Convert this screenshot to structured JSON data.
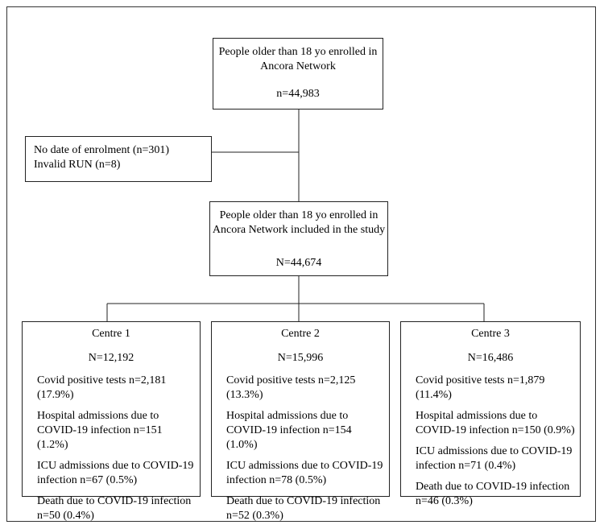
{
  "top_box": {
    "title": "People older than 18 yo enrolled in Ancora Network",
    "count": "n=44,983"
  },
  "exclusions": [
    "No date of enrolment (n=301)",
    "Invalid RUN (n=8)"
  ],
  "study_box": {
    "title": "People older than 18 yo enrolled in Ancora Network included in the study",
    "count": "N=44,674"
  },
  "centres": [
    {
      "name": "Centre 1",
      "n": "N=12,192",
      "stats": [
        "Covid positive tests n=2,181 (17.9%)",
        "Hospital admissions due to COVID-19 infection n=151 (1.2%)",
        "ICU admissions due to COVID-19 infection n=67 (0.5%)",
        "Death due to COVID-19 infection n=50 (0.4%)"
      ]
    },
    {
      "name": "Centre 2",
      "n": "N=15,996",
      "stats": [
        "Covid positive tests n=2,125 (13.3%)",
        "Hospital admissions due to COVID-19 infection n=154 (1.0%)",
        "ICU admissions due to COVID-19 infection n=78 (0.5%)",
        "Death due to COVID-19 infection n=52 (0.3%)"
      ]
    },
    {
      "name": "Centre 3",
      "n": "N=16,486",
      "stats": [
        "Covid positive tests n=1,879 (11.4%)",
        "Hospital admissions due to COVID-19 infection n=150 (0.9%)",
        "ICU admissions due to COVID-19 infection n=71 (0.4%)",
        "Death due to COVID-19 infection n=46 (0.3%)"
      ]
    }
  ]
}
